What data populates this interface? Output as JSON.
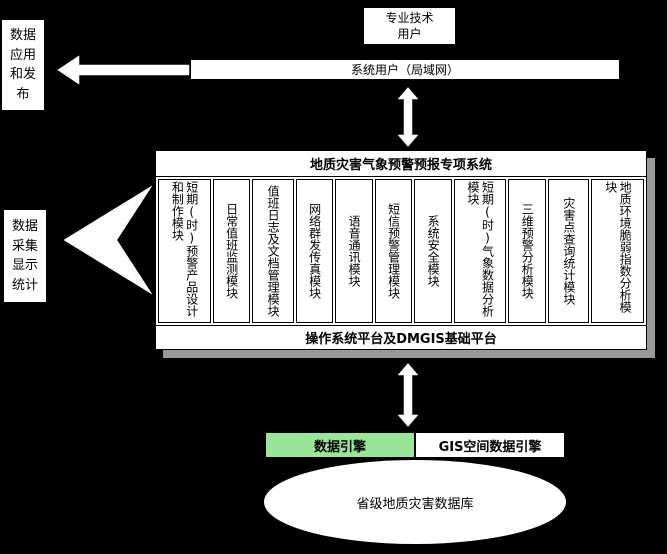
{
  "colors": {
    "background": "#000000",
    "shape_fill": "#ffffff",
    "border": "#000000",
    "data_engine_fill": "#99e699",
    "system_box_shadow": "#999999"
  },
  "top": {
    "professional_user": "专业技术用户",
    "lan_bar": "系统用户（局域网）"
  },
  "left_labels": {
    "publish": "数据应用和发布",
    "collect": "数据采集显示统计"
  },
  "system": {
    "title": "地质灾害气象预警预报专项系统",
    "modules": [
      "短期(时)预警产品设计和制作模块",
      "日常值班监测模块",
      "值班日志及文档管理模块",
      "网络群发传真模块",
      "语音通讯模块",
      "短信预警管理模块",
      "系统安全模块",
      "短期(时)气象数据分析模块",
      "三维预警分析模块",
      "灾害点查询统计模块",
      "地质环境脆弱指数分析模块"
    ],
    "platform": "操作系统平台及DMGIS基础平台"
  },
  "engines": {
    "data": "数据引擎",
    "gis": "GIS空间数据引擎"
  },
  "database": {
    "label": "省级地质灾害数据库"
  },
  "icons": {
    "left_arrow": "left-block-arrow",
    "double_arrow": "vertical-double-block-arrow"
  }
}
